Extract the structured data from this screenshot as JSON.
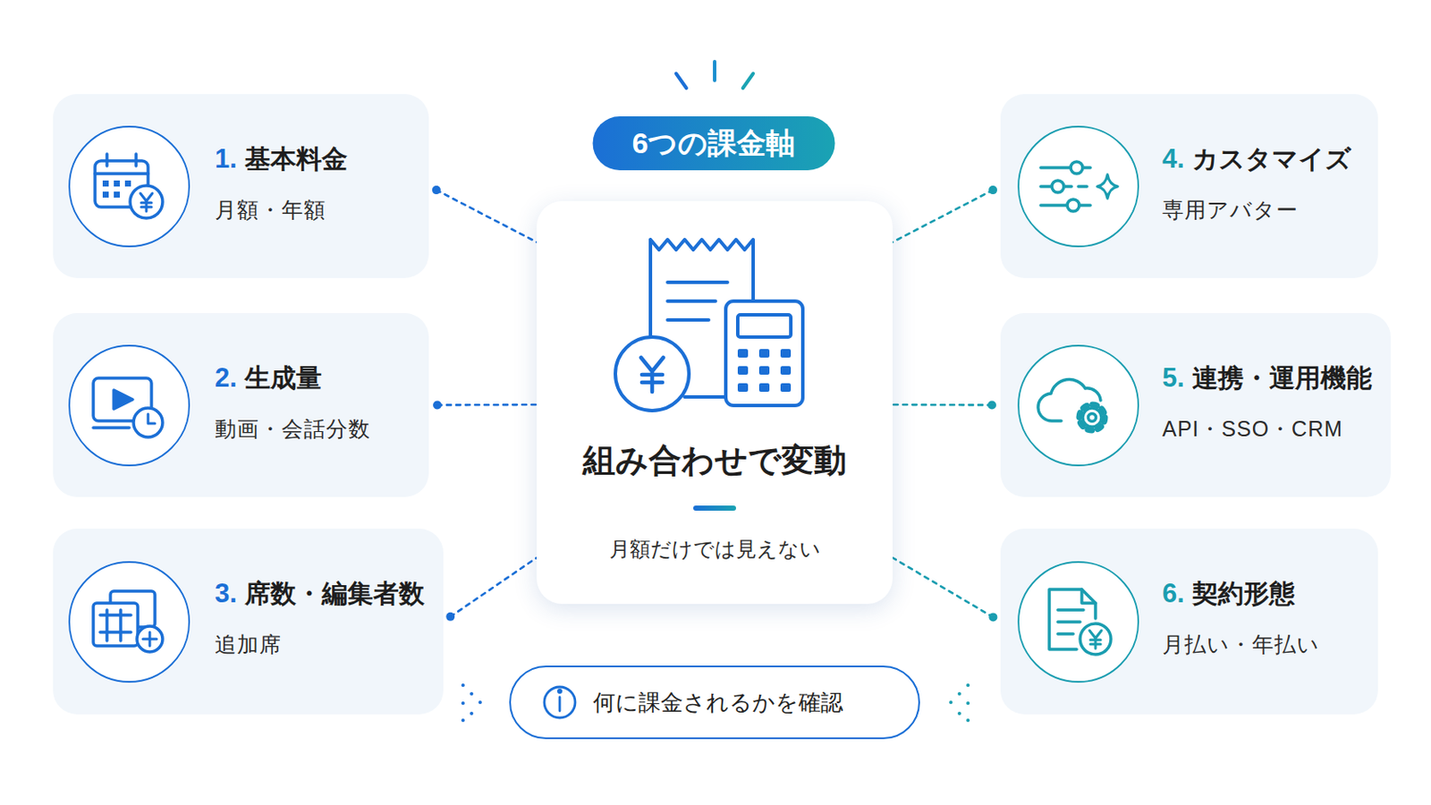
{
  "diagram": {
    "title": "6つの課金軸",
    "nodes": [
      {
        "text": [
          "1.",
          "基本料金",
          "月額・年額"
        ]
      },
      {
        "text": [
          "2.",
          "生成量",
          "動画・会話分数"
        ]
      },
      {
        "text": [
          "3.",
          "席数・編集者数",
          "追加席"
        ]
      },
      {
        "text": [
          "4.",
          "カスタマイズ",
          "専用アバター"
        ]
      },
      {
        "text": [
          "5.",
          "連携・運用機能",
          "API・SSO・CRM"
        ]
      },
      {
        "text": [
          "6.",
          "契約形態",
          "月払い・年払い"
        ]
      },
      {
        "text": [
          "組み合わせで変動",
          "月額だけでは見えない"
        ]
      },
      {
        "text": [
          "何に課金されるかを確認"
        ]
      }
    ],
    "edges": [
      {
        "from": 0,
        "to": 6,
        "arrow": "none"
      },
      {
        "from": 1,
        "to": 6,
        "arrow": "none"
      },
      {
        "from": 2,
        "to": 6,
        "arrow": "none"
      },
      {
        "from": 3,
        "to": 6,
        "arrow": "none"
      },
      {
        "from": 4,
        "to": 6,
        "arrow": "none"
      },
      {
        "from": 5,
        "to": 6,
        "arrow": "none"
      }
    ]
  }
}
